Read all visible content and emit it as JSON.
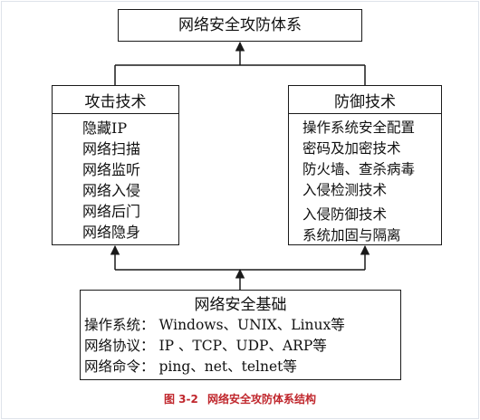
{
  "top_box": {
    "title": "网络安全攻防体系"
  },
  "attack_box": {
    "title": "攻击技术",
    "items": [
      "隐藏IP",
      "网络扫描",
      "网络监听",
      "网络入侵",
      "网络后门",
      "网络隐身"
    ]
  },
  "defense_box": {
    "title": "防御技术",
    "items": [
      "操作系统安全配置",
      "密码及加密技术",
      "防火墙、查杀病毒",
      "入侵检测技术",
      "入侵防御技术",
      "系统加固与隔离"
    ]
  },
  "base_box": {
    "title": "网络安全基础",
    "rows": [
      {
        "label": "操作系统：",
        "value": "Windows、UNIX、Linux等"
      },
      {
        "label": "网络协议：",
        "value": "IP 、TCP、UDP、ARP等"
      },
      {
        "label": "网络命令：",
        "value": "ping、net、telnet等"
      }
    ]
  },
  "caption": {
    "figure_no": "图 3-2",
    "text": "网络安全攻防体系结构"
  }
}
